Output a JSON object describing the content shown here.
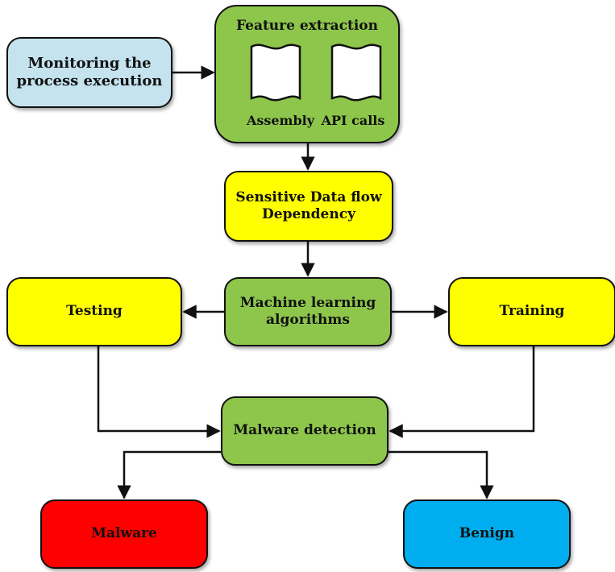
{
  "colors": {
    "green": "#8dc64b",
    "yellow": "#ffff00",
    "light_blue": "#c5e3ef",
    "red": "#ff0000",
    "blue": "#00aeef",
    "stroke": "#111111"
  },
  "nodes": {
    "monitor": "Monitoring the\nprocess execution",
    "feature_extraction": {
      "title": "Feature extraction",
      "assembly": "Assembly",
      "api_calls": "API calls"
    },
    "sensitive": "Sensitive Data flow\nDependency",
    "ml": "Machine learning\nalgorithms",
    "testing": "Testing",
    "training": "Training",
    "detection": "Malware detection",
    "malware": "Malware",
    "benign": "Benign"
  },
  "edges": [
    {
      "from": "monitor",
      "to": "feature_extraction"
    },
    {
      "from": "feature_extraction",
      "to": "sensitive"
    },
    {
      "from": "sensitive",
      "to": "ml"
    },
    {
      "from": "ml",
      "to": "testing"
    },
    {
      "from": "ml",
      "to": "training"
    },
    {
      "from": "testing",
      "to": "detection"
    },
    {
      "from": "training",
      "to": "detection"
    },
    {
      "from": "detection",
      "to": "malware"
    },
    {
      "from": "detection",
      "to": "benign"
    }
  ]
}
